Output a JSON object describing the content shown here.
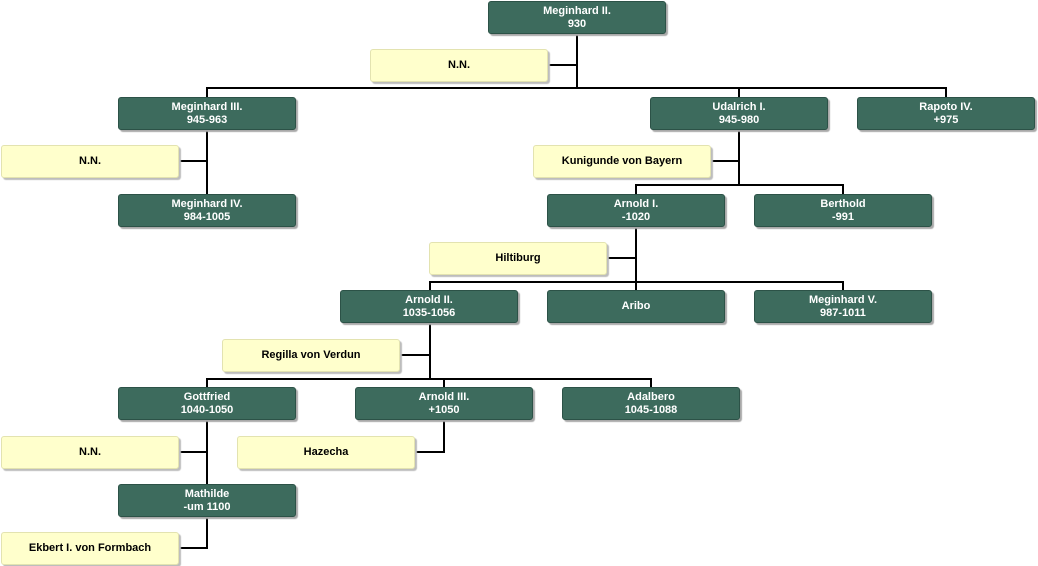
{
  "meginhard_ii": {
    "name": "Meginhard II.",
    "dates": "930"
  },
  "nn_spouse_meginhard_ii": {
    "name": "N.N."
  },
  "meginhard_iii": {
    "name": "Meginhard III.",
    "dates": "945-963"
  },
  "udalrich_i": {
    "name": "Udalrich I.",
    "dates": "945-980"
  },
  "rapoto_iv": {
    "name": "Rapoto IV.",
    "dates": "+975"
  },
  "nn_spouse_meginhard_iii": {
    "name": "N.N."
  },
  "kunigunde": {
    "name": "Kunigunde von Bayern"
  },
  "meginhard_iv": {
    "name": "Meginhard IV.",
    "dates": "984-1005"
  },
  "arnold_i": {
    "name": "Arnold I.",
    "dates": "-1020"
  },
  "berthold": {
    "name": "Berthold",
    "dates": "-991"
  },
  "hiltiburg": {
    "name": "Hiltiburg"
  },
  "arnold_ii": {
    "name": "Arnold II.",
    "dates": "1035-1056"
  },
  "aribo": {
    "name": "Aribo"
  },
  "meginhard_v": {
    "name": "Meginhard V.",
    "dates": "987-1011"
  },
  "regilla": {
    "name": "Regilla von Verdun"
  },
  "gottfried": {
    "name": "Gottfried",
    "dates": "1040-1050"
  },
  "arnold_iii": {
    "name": "Arnold III.",
    "dates": "+1050"
  },
  "adalbero": {
    "name": "Adalbero",
    "dates": "1045-1088"
  },
  "nn_spouse_gottfried": {
    "name": "N.N."
  },
  "hazecha": {
    "name": "Hazecha"
  },
  "mathilde": {
    "name": "Mathilde",
    "dates": "-um 1100"
  },
  "ekbert": {
    "name": "Ekbert I. von Formbach"
  }
}
